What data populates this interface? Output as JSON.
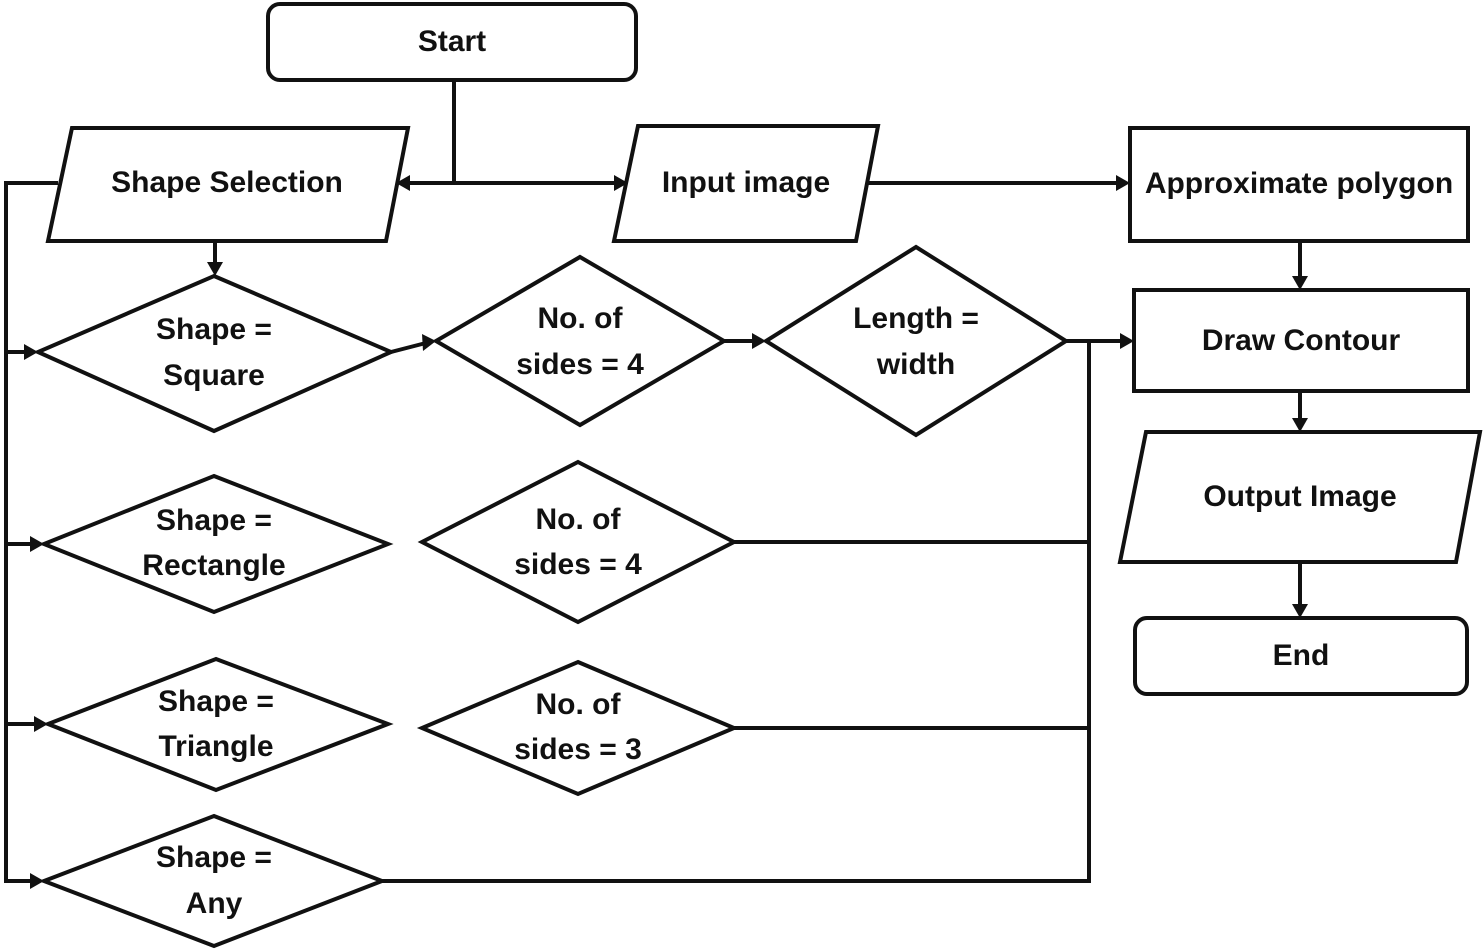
{
  "nodes": {
    "start": "Start",
    "shape_selection": "Shape Selection",
    "input_image": "Input image",
    "approximate_polygon": "Approximate polygon",
    "draw_contour": "Draw Contour",
    "output_image": "Output Image",
    "end": "End",
    "dec_square": [
      "Shape =",
      "Square"
    ],
    "dec_sides4_a": [
      "No. of",
      "sides = 4"
    ],
    "dec_length": [
      "Length =",
      "width"
    ],
    "dec_rectangle": [
      "Shape =",
      "Rectangle"
    ],
    "dec_sides4_b": [
      "No. of",
      "sides = 4"
    ],
    "dec_triangle": [
      "Shape =",
      "Triangle"
    ],
    "dec_sides3": [
      "No. of",
      "sides = 3"
    ],
    "dec_any": [
      "Shape =",
      "Any"
    ]
  }
}
